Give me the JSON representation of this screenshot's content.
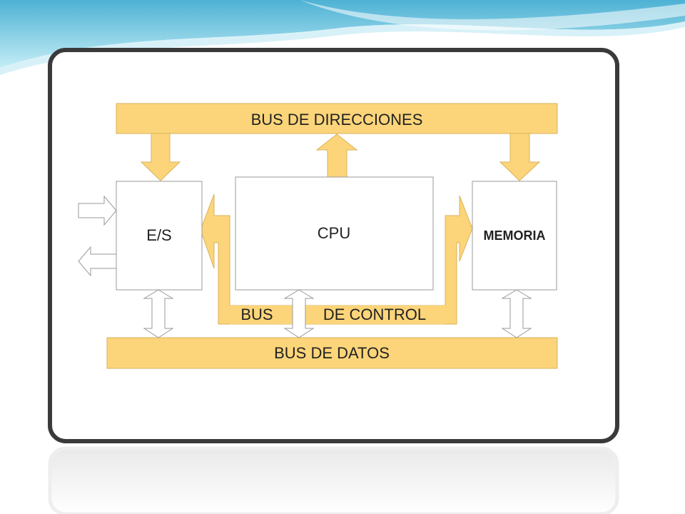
{
  "diagram": {
    "bus_direcciones": "BUS DE DIRECCIONES",
    "bus_datos": "BUS DE DATOS",
    "bus_control_left": "BUS",
    "bus_control_right": "DE CONTROL",
    "cpu": "CPU",
    "es": "E/S",
    "memoria": "MEMORIA"
  },
  "colors": {
    "bus_fill": "#FCD57A",
    "bus_stroke": "#D9B25C",
    "box_stroke": "#9A9A9A",
    "frame_stroke": "#3A3A3A",
    "header_wave": "#7FD0E6"
  }
}
